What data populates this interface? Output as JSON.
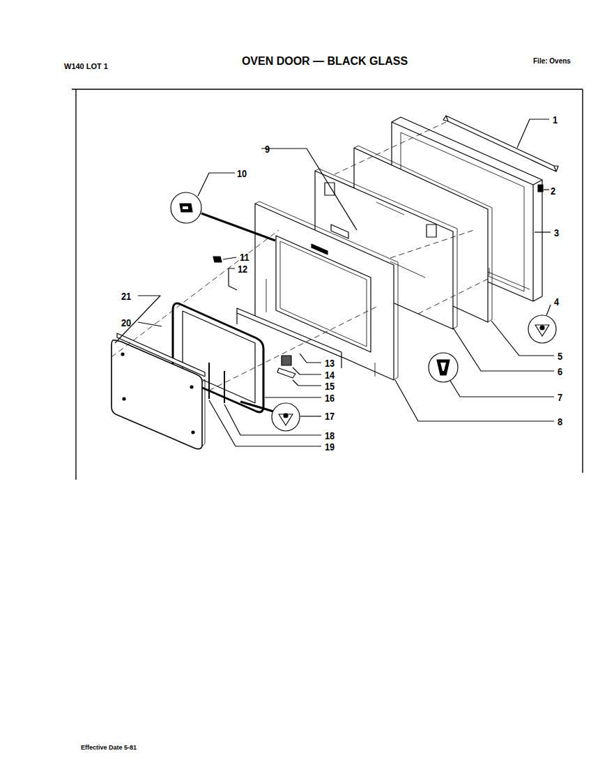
{
  "diagram": {
    "title": "OVEN DOOR — BLACK GLASS",
    "labels": [
      "W140 LOT 1",
      "File: Ovens",
      "1",
      "2",
      "3",
      "4",
      "5",
      "6",
      "7",
      "8",
      "9",
      "10",
      "11",
      "12",
      "13",
      "14",
      "15",
      "16",
      "17",
      "18",
      "19",
      "20",
      "21",
      "Effective Date 5-81"
    ]
  }
}
